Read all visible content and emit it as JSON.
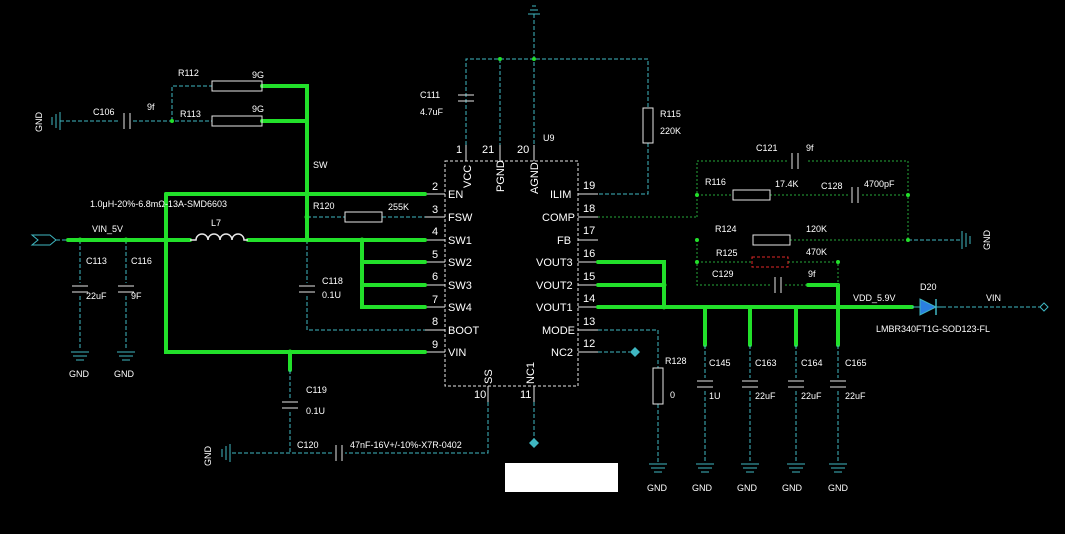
{
  "chip": {
    "ref": "U9",
    "left_pins": [
      {
        "num": "2",
        "name": "EN"
      },
      {
        "num": "3",
        "name": "FSW"
      },
      {
        "num": "4",
        "name": "SW1"
      },
      {
        "num": "5",
        "name": "SW2"
      },
      {
        "num": "6",
        "name": "SW3"
      },
      {
        "num": "7",
        "name": "SW4"
      },
      {
        "num": "8",
        "name": "BOOT"
      },
      {
        "num": "9",
        "name": "VIN"
      }
    ],
    "right_pins": [
      {
        "num": "19",
        "name": "ILIM"
      },
      {
        "num": "18",
        "name": "COMP"
      },
      {
        "num": "17",
        "name": "FB"
      },
      {
        "num": "16",
        "name": "VOUT3"
      },
      {
        "num": "15",
        "name": "VOUT2"
      },
      {
        "num": "14",
        "name": "VOUT1"
      },
      {
        "num": "13",
        "name": "MODE"
      },
      {
        "num": "12",
        "name": "NC2"
      }
    ],
    "top_pins": [
      {
        "num": "1",
        "name": "VCC"
      },
      {
        "num": "21",
        "name": "PGND"
      },
      {
        "num": "20",
        "name": "AGND"
      }
    ],
    "bottom_pins": [
      {
        "num": "10",
        "name": "SS"
      },
      {
        "num": "11",
        "name": "NC1"
      }
    ]
  },
  "nets": {
    "sw": "SW",
    "vin_5v": "VIN_5V",
    "vdd_5_9v": "VDD_5.9V",
    "vin": "VIN",
    "gnd": "GND"
  },
  "components": {
    "r112": {
      "ref": "R112",
      "value": "9G"
    },
    "r113": {
      "ref": "R113",
      "value": "9G"
    },
    "c106": {
      "ref": "C106",
      "value": "9f"
    },
    "c111": {
      "ref": "C111",
      "value": "4.7uF"
    },
    "r115": {
      "ref": "R115",
      "value": "220K"
    },
    "l7": {
      "ref": "L7",
      "value": "1.0μH-20%-6.8mΩ-13A-SMD6603"
    },
    "r120": {
      "ref": "R120",
      "value": "255K"
    },
    "c113": {
      "ref": "C113",
      "value": "22uF"
    },
    "c116": {
      "ref": "C116",
      "value": "9F"
    },
    "c118": {
      "ref": "C118",
      "value": "0.1U"
    },
    "c119": {
      "ref": "C119",
      "value": "0.1U"
    },
    "c120": {
      "ref": "C120",
      "value": "47nF-16V+/-10%-X7R-0402"
    },
    "c121": {
      "ref": "C121",
      "value": "9f"
    },
    "r116": {
      "ref": "R116",
      "value": "17.4K"
    },
    "c128": {
      "ref": "C128",
      "value": "4700pF"
    },
    "r124": {
      "ref": "R124",
      "value": "120K"
    },
    "r125": {
      "ref": "R125",
      "value": "470K"
    },
    "c129": {
      "ref": "C129",
      "value": "9f"
    },
    "d20": {
      "ref": "D20",
      "value": "LMBR340FT1G-SOD123-FL"
    },
    "r128": {
      "ref": "R128",
      "value": "0"
    },
    "c145": {
      "ref": "C145",
      "value": "1U"
    },
    "c163": {
      "ref": "C163",
      "value": "22uF"
    },
    "c164": {
      "ref": "C164",
      "value": "22uF"
    },
    "c165": {
      "ref": "C165",
      "value": "22uF"
    }
  }
}
